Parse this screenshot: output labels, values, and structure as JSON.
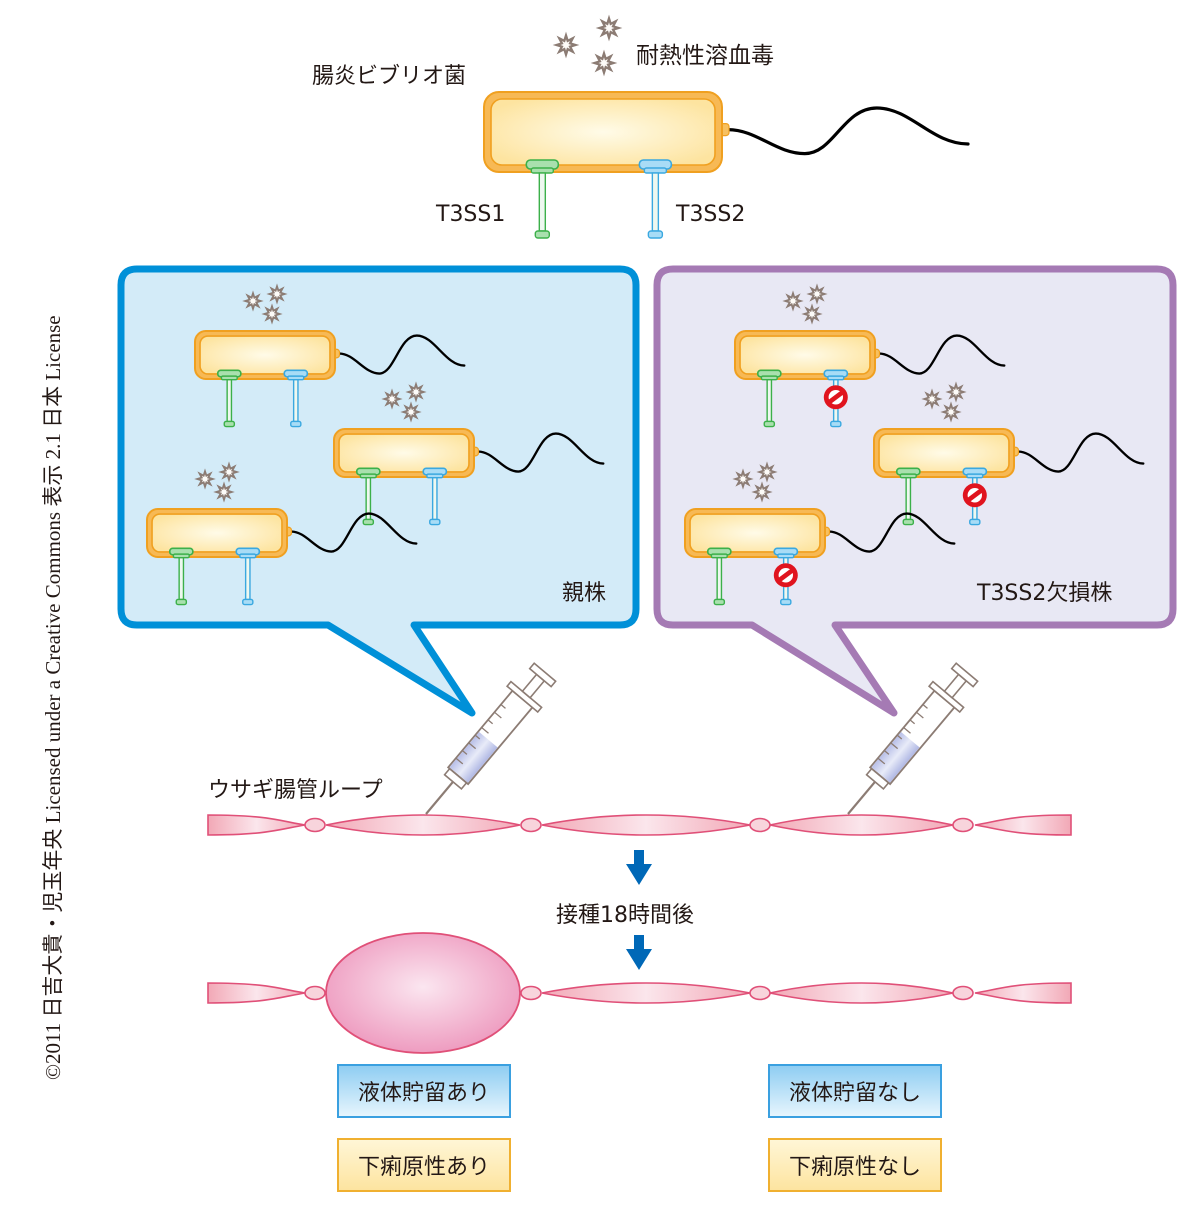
{
  "diagram": {
    "title_bacterium": "腸炎ビブリオ菌",
    "title_toxin": "耐熱性溶血毒",
    "secretion_system_1": "T3SS1",
    "secretion_system_2": "T3SS2",
    "panels": [
      {
        "name": "parent-strain",
        "label": "親株",
        "border_color": "#0090d8",
        "fill_color": "#d3ebf8",
        "t3ss2_blocked": false
      },
      {
        "name": "t3ss2-deletion-strain",
        "label": "T3SS2欠損株",
        "border_color": "#a57ab4",
        "fill_color": "#e8e8f4",
        "t3ss2_blocked": true
      }
    ],
    "intestinal_loop_label": "ウサギ腸管ループ",
    "time_label": "接種18時間後",
    "results": {
      "parent": {
        "fluid": "液体貯留あり",
        "diarrhea": "下痢原性あり"
      },
      "deletion": {
        "fluid": "液体貯留なし",
        "diarrhea": "下痢原性なし"
      }
    },
    "credit": "©2011 日吉大貴・児玉年央 Licensed under a Creative Commons 表示 2.1 日本 License"
  },
  "colors": {
    "bacterium_outer": "#f7b955",
    "bacterium_border": "#f0a020",
    "bacterium_inner": "#fff4cc",
    "t3ss1": "#3cb04a",
    "t3ss2": "#3aa8e0",
    "toxin": "#8c7c74",
    "flagellum": "#000000",
    "block_symbol": "#e0141e",
    "arrow": "#0068b7",
    "loop_stroke": "#e05078",
    "loop_fill": "#f5b8c4"
  }
}
